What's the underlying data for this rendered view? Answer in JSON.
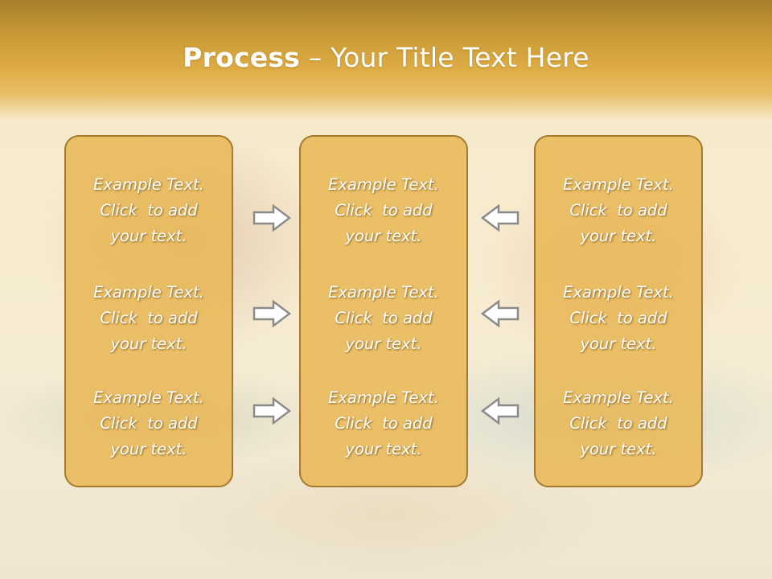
{
  "slide": {
    "title_bold": "Process",
    "title_rest": " – Your Title Text Here"
  },
  "columns": [
    {
      "items": [
        {
          "line1": "Example Text.",
          "line2": "Click  to add",
          "line3": "your text."
        },
        {
          "line1": "Example Text.",
          "line2": "Click  to add",
          "line3": "your text."
        },
        {
          "line1": "Example Text.",
          "line2": "Click  to add",
          "line3": "your text."
        }
      ]
    },
    {
      "items": [
        {
          "line1": "Example Text.",
          "line2": "Click  to add",
          "line3": "your text."
        },
        {
          "line1": "Example Text.",
          "line2": "Click  to add",
          "line3": "your text."
        },
        {
          "line1": "Example Text.",
          "line2": "Click  to add",
          "line3": "your text."
        }
      ]
    },
    {
      "items": [
        {
          "line1": "Example Text.",
          "line2": "Click  to add",
          "line3": "your text."
        },
        {
          "line1": "Example Text.",
          "line2": "Click  to add",
          "line3": "your text."
        },
        {
          "line1": "Example Text.",
          "line2": "Click  to add",
          "line3": "your text."
        }
      ]
    }
  ],
  "arrows": {
    "left_direction": "right-arrow-icon",
    "right_direction": "left-arrow-icon"
  },
  "colors": {
    "header": "#dfad45",
    "box_fill": "#e8b858",
    "box_border": "#a47a2e",
    "arrow_fill": "#ffffff",
    "arrow_stroke": "#8a8a8a"
  }
}
